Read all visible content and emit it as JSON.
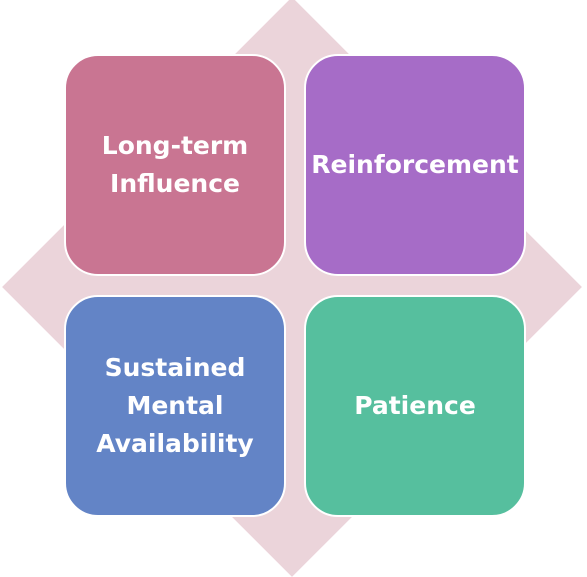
{
  "diagram": {
    "background_shape_color": "#ebd4da",
    "quadrants": [
      {
        "label": "Long-term\nInfluence",
        "color": "#c97592"
      },
      {
        "label": "Reinforcement",
        "color": "#a66cc7"
      },
      {
        "label": "Sustained\nMental\nAvailability",
        "color": "#6384c6"
      },
      {
        "label": "Patience",
        "color": "#56bf9e"
      }
    ]
  }
}
